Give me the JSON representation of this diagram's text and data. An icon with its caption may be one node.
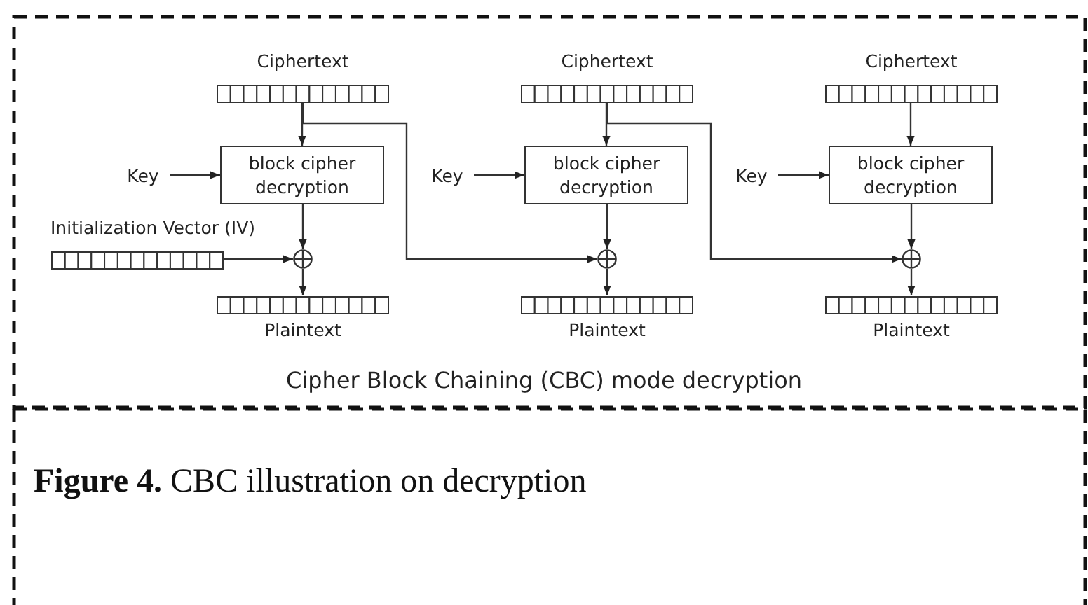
{
  "diagram": {
    "title": "Cipher Block Chaining (CBC) mode decryption",
    "caption": "**Figure 4.** CBC illustration on decryption",
    "nodes": [
      {
        "text": [
          "Ciphertext"
        ]
      },
      {
        "text": [
          "Key"
        ]
      },
      {
        "text": [
          "block cipher decryption"
        ]
      },
      {
        "text": [
          "Initialization Vector (IV)"
        ]
      },
      {
        "text": [],
        "shape": "circle"
      },
      {
        "text": [
          "Plaintext"
        ]
      },
      {
        "text": [
          "Ciphertext"
        ]
      },
      {
        "text": [
          "Key"
        ]
      },
      {
        "text": [
          "block cipher decryption"
        ]
      },
      {
        "text": [],
        "shape": "circle"
      },
      {
        "text": [
          "Plaintext"
        ]
      },
      {
        "text": [
          "Ciphertext"
        ]
      },
      {
        "text": [
          "Key"
        ]
      },
      {
        "text": [
          "block cipher decryption"
        ]
      },
      {
        "text": [],
        "shape": "circle"
      },
      {
        "text": [
          "Plaintext"
        ]
      }
    ],
    "edges": [
      {
        "from": 0,
        "to": 2,
        "arrow": "to"
      },
      {
        "from": 1,
        "to": 2,
        "arrow": "to"
      },
      {
        "from": 2,
        "to": 4,
        "arrow": "to"
      },
      {
        "from": 3,
        "to": 4,
        "arrow": "to"
      },
      {
        "from": 4,
        "to": 5,
        "arrow": "to"
      },
      {
        "from": 0,
        "to": 9,
        "arrow": "to"
      },
      {
        "from": 6,
        "to": 8,
        "arrow": "to"
      },
      {
        "from": 7,
        "to": 8,
        "arrow": "to"
      },
      {
        "from": 8,
        "to": 9,
        "arrow": "to"
      },
      {
        "from": 9,
        "to": 10,
        "arrow": "to"
      },
      {
        "from": 6,
        "to": 14,
        "arrow": "to"
      },
      {
        "from": 11,
        "to": 13,
        "arrow": "to"
      },
      {
        "from": 12,
        "to": 13,
        "arrow": "to"
      },
      {
        "from": 13,
        "to": 14,
        "arrow": "to"
      },
      {
        "from": 14,
        "to": 15,
        "arrow": "to"
      }
    ]
  }
}
